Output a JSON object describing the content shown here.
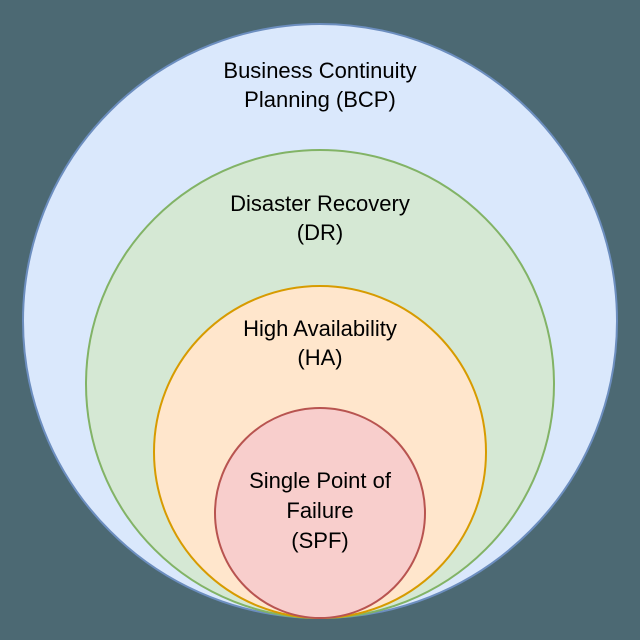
{
  "diagram": {
    "background_color": "#4c6973",
    "text_color": "#000000",
    "rings": [
      {
        "id": "bcp",
        "label": "Business Continuity Planning (BCP)",
        "lines": [
          "Business Continuity",
          "Planning (BCP)"
        ],
        "fill": "#dae8fc",
        "stroke": "#6c8ebf"
      },
      {
        "id": "dr",
        "label": "Disaster Recovery (DR)",
        "lines": [
          "Disaster Recovery",
          "(DR)"
        ],
        "fill": "#d5e8d4",
        "stroke": "#82b366"
      },
      {
        "id": "ha",
        "label": "High Availability (HA)",
        "lines": [
          "High Availability",
          "(HA)"
        ],
        "fill": "#ffe6cc",
        "stroke": "#d79b00"
      },
      {
        "id": "spf",
        "label": "Single Point of Failure (SPF)",
        "lines": [
          "Single Point of",
          "Failure",
          "(SPF)"
        ],
        "fill": "#f8cecc",
        "stroke": "#b85450"
      }
    ]
  }
}
